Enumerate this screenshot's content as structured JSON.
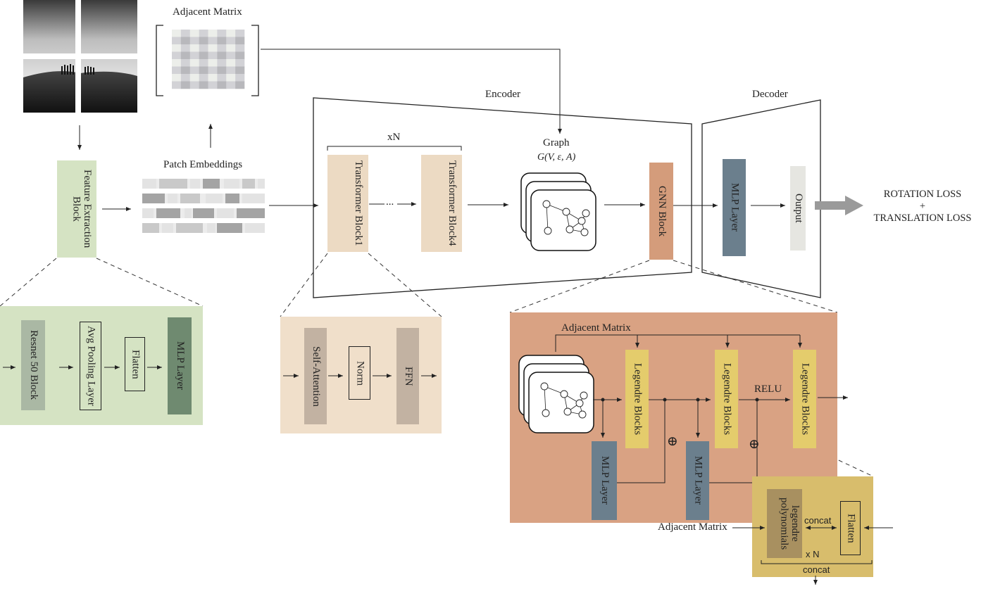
{
  "top": {
    "adjacent_matrix": "Adjacent Matrix",
    "patch_embeddings": "Patch Embeddings",
    "feature_extraction": "Feature Extraction Block"
  },
  "encoder": {
    "title": "Encoder",
    "repeat": "xN",
    "transformer_block_1": "Transformer Block1",
    "ellipsis": "...",
    "transformer_block_4": "Transformer Block4",
    "graph_title": "Graph",
    "graph_formula": "G(V, ε, A)",
    "gnn_block": "GNN Block"
  },
  "decoder": {
    "title": "Decoder",
    "mlp_layer": "MLP Layer",
    "output": "Output"
  },
  "loss": {
    "rotation": "ROTATION LOSS",
    "plus": "+",
    "translation": "TRANSLATION LOSS"
  },
  "feature_detail": {
    "resnet": "Resnet 50 Block",
    "avg_pool": "Avg Pooling Layer",
    "flatten": "Flatten",
    "mlp": "MLP Layer"
  },
  "transformer_detail": {
    "self_attention": "Self-Attention",
    "norm": "Norm",
    "ffn": "FFN"
  },
  "gnn_detail": {
    "adjacent_matrix": "Adjacent Matrix",
    "legendre_1": "Legendre Blocks",
    "legendre_2": "Legendre Blocks",
    "legendre_3": "Legendre Blocks",
    "relu": "RELU",
    "mlp_1": "MLP Layer",
    "mlp_2": "MLP Layer",
    "oplus_1": "⊕",
    "oplus_2": "⊕"
  },
  "legendre_detail": {
    "polynomials": "legendre polynomials",
    "concat_inner": "concat",
    "flatten": "Flatten",
    "repeat": "x N",
    "concat_bottom": "concat",
    "adjacent_matrix": "Adjacent Matrix"
  },
  "colors": {
    "feature_green": "#d5e3c3",
    "feature_block": "#b6c39e",
    "resnet": "#aab8a4",
    "mlp_dark_green": "#6f8a70",
    "transformer_beige": "#f0dfca",
    "transformer_block": "#ecdac3",
    "attention_grey": "#c2b2a2",
    "gnn_orange": "#d49c7b",
    "gnn_panel": "#d9a283",
    "legendre_yellow": "#e4cc6c",
    "mlp_slate": "#6b7f8d",
    "poly_olive": "#a89060",
    "legendre_panel": "#d8bd6c",
    "output_grey": "#e6e6e1",
    "arrow_grey": "#9a9a9a"
  }
}
